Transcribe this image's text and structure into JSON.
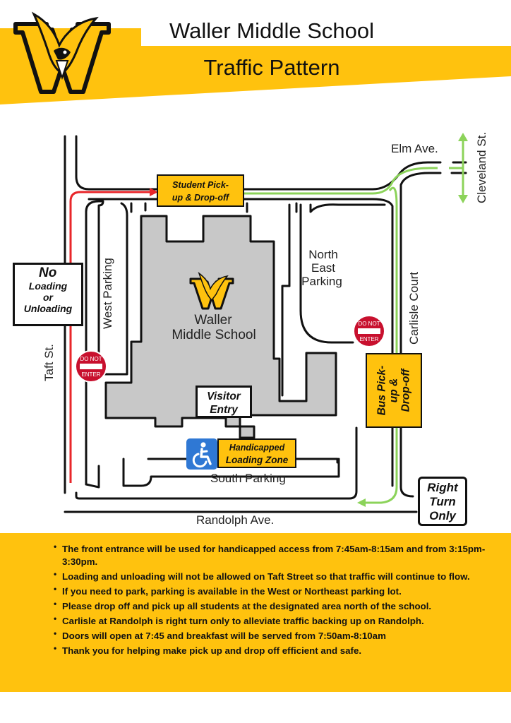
{
  "header": {
    "title_line1": "Waller Middle School",
    "title_line2": "Traffic Pattern",
    "logo_icon": "waller-w-eagle-logo"
  },
  "streets": {
    "elm": "Elm Ave.",
    "cleveland": "Cleveland St.",
    "taft": "Taft St.",
    "carlisle": "Carlisle Court",
    "randolph": "Randolph Ave."
  },
  "areas": {
    "west_parking": "West Parking",
    "northeast_parking": [
      "North",
      "East",
      "Parking"
    ],
    "south_parking": "South Parking",
    "building_name": [
      "Waller",
      "Middle School"
    ]
  },
  "signs": {
    "student_pickup": [
      "Student Pick-",
      "up & Drop-off"
    ],
    "no_loading": [
      "No",
      "Loading",
      "or",
      "Unloading"
    ],
    "visitor_entry": [
      "Visitor",
      "Entry"
    ],
    "handicapped": [
      "Handicapped",
      "Loading Zone"
    ],
    "bus_pickup": [
      "Bus Pick-",
      "up &",
      "Drop-off"
    ],
    "right_turn": [
      "Right",
      "Turn",
      "Only"
    ],
    "do_not_enter": [
      "DO NOT",
      "ENTER"
    ]
  },
  "notes": [
    "The front entrance will be used for handicapped access from 7:45am-8:15am and from 3:15pm-3:30pm.",
    "Loading and unloading will not be allowed on Taft Street so that traffic will continue to flow.",
    "If you need to park, parking is available in the West or Northeast parking lot.",
    "Please drop off and pick up all students at the designated area north of the school.",
    "Carlisle at Randolph is right turn only to alleviate traffic backing up on Randolph.",
    "Doors will open at 7:45 and breakfast will be served from 7:50am-8:10am",
    "Thank you for helping make pick up and drop off efficient and safe."
  ],
  "colors": {
    "brand_gold": "#ffc20e",
    "building_gray": "#c8c8c8",
    "no_entry_route": "#e8262a",
    "entry_route": "#8cd35a",
    "sign_red": "#c8102e"
  }
}
